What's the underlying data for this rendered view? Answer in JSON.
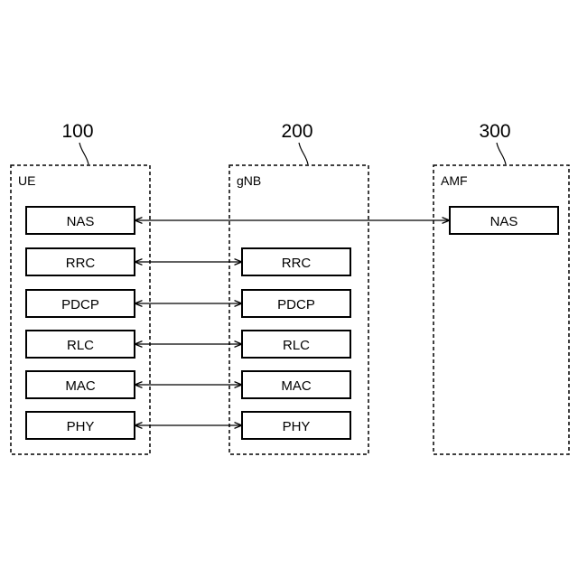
{
  "nodes": [
    {
      "ref": "100",
      "title": "UE",
      "layers": [
        "NAS",
        "RRC",
        "PDCP",
        "RLC",
        "MAC",
        "PHY"
      ]
    },
    {
      "ref": "200",
      "title": "gNB",
      "layers": [
        "RRC",
        "PDCP",
        "RLC",
        "MAC",
        "PHY"
      ]
    },
    {
      "ref": "300",
      "title": "AMF",
      "layers": [
        "NAS"
      ]
    }
  ]
}
